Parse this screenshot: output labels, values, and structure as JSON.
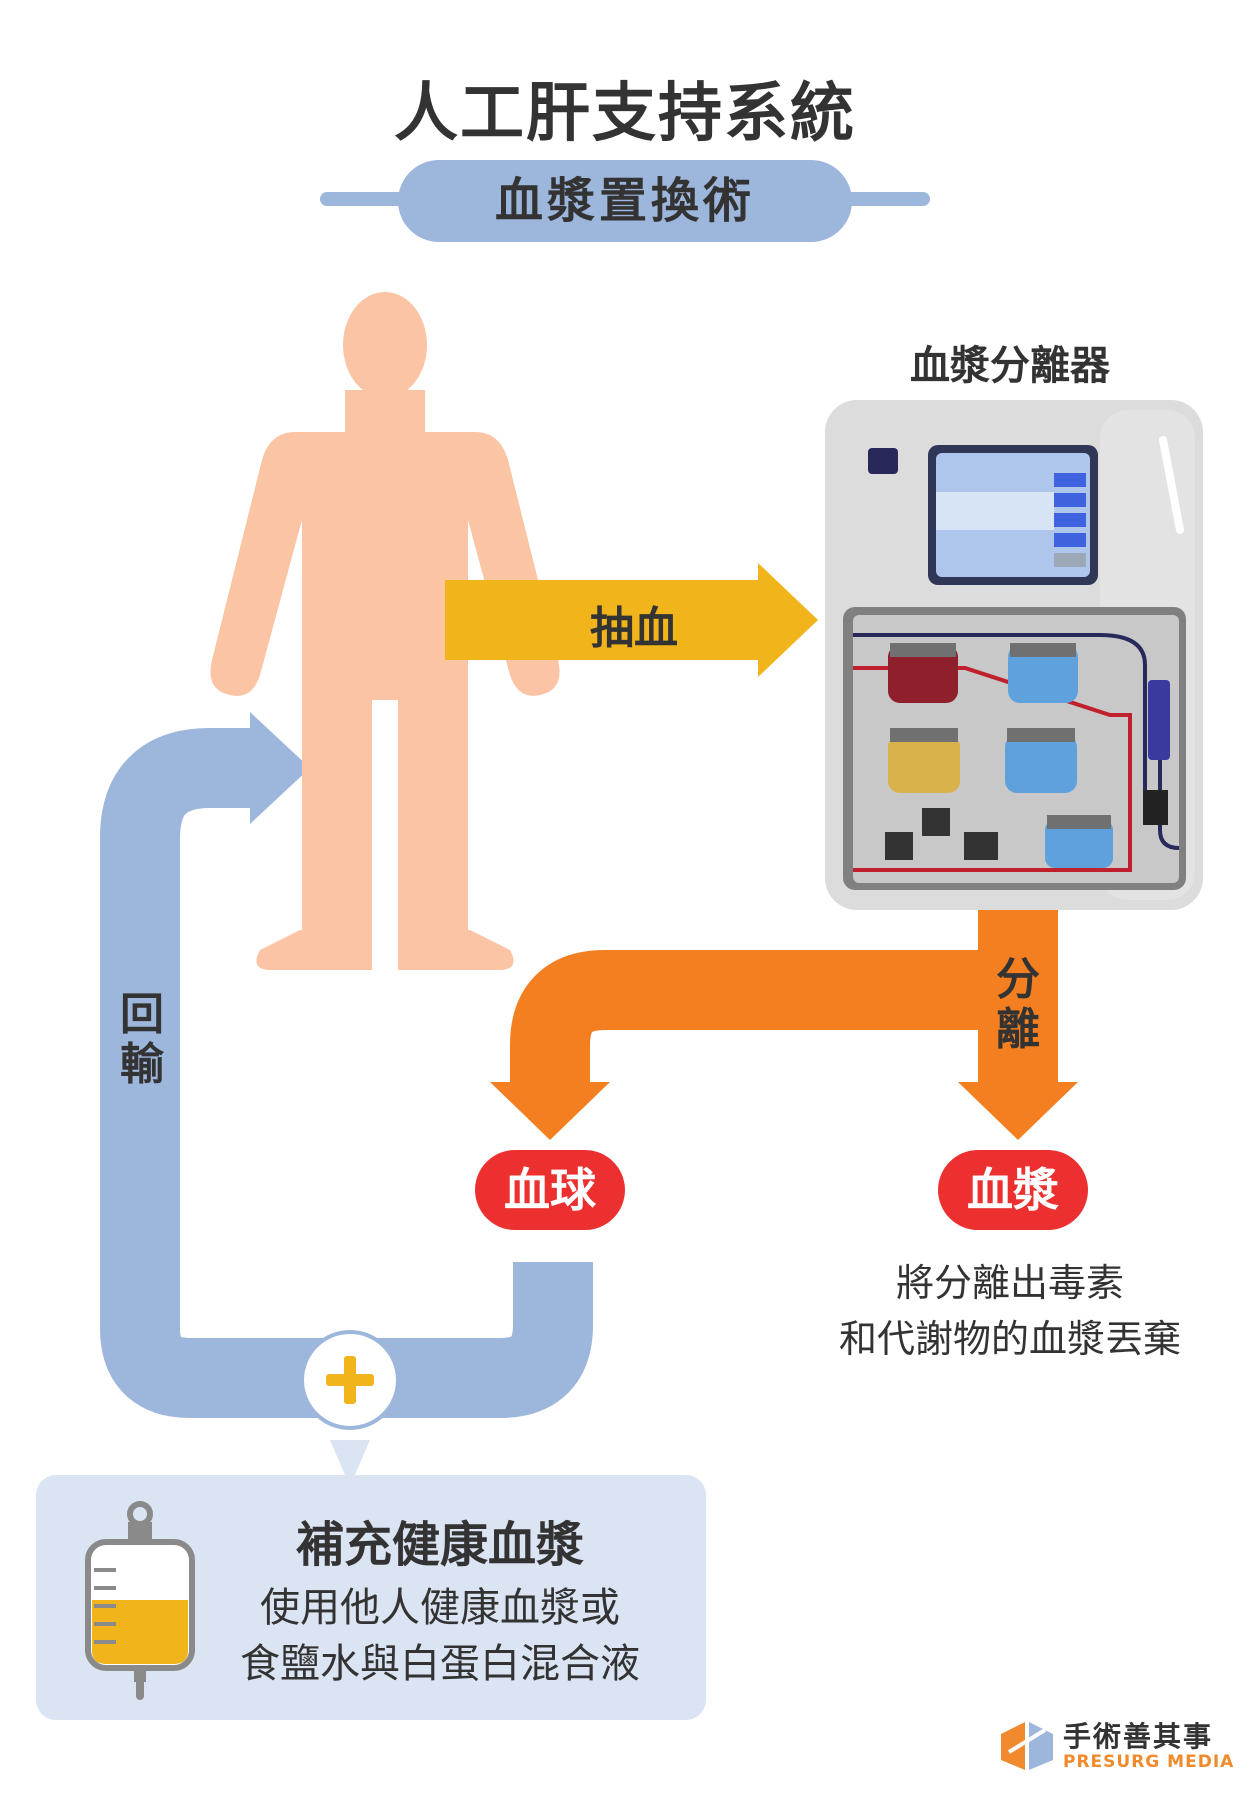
{
  "title": "人工肝支持系統",
  "subtitle": "血漿置換術",
  "machine_label": "血漿分離器",
  "arrows": {
    "draw": "抽血",
    "separate": "分離",
    "return": "回輸"
  },
  "outputs": {
    "blood_cells": "血球",
    "plasma": "血漿",
    "plasma_desc": [
      "將分離出毒素",
      "和代謝物的血漿丟棄"
    ]
  },
  "supply": {
    "title": "補充健康血漿",
    "desc": [
      "使用他人健康血漿或",
      "食鹽水與白蛋白混合液"
    ]
  },
  "brand": {
    "name": "手術善其事",
    "english": "PRESURG MEDIA"
  },
  "colors": {
    "body": "#fbc5a5",
    "draw_arrow": "#f2b41b",
    "separate_arrow": "#f47f20",
    "return_path": "#9db6dc",
    "pill": "#ec2f2f",
    "supply_box": "#dae4f2"
  }
}
